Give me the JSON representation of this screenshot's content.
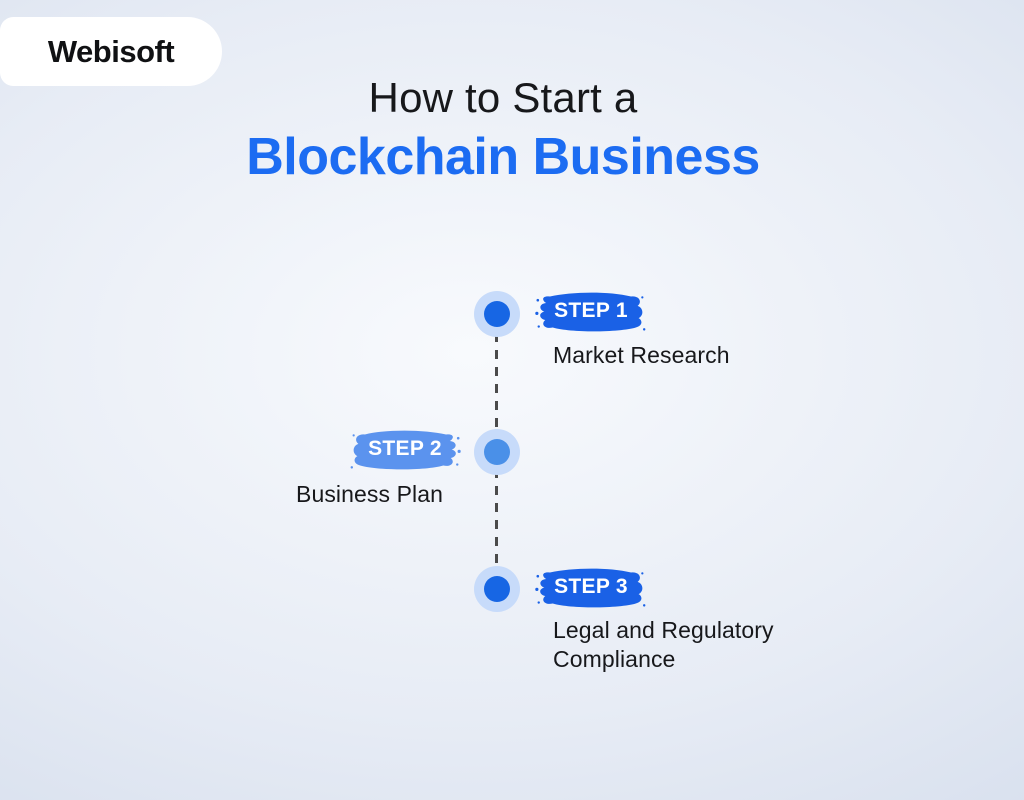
{
  "brand": {
    "logo_text": "Webisoft"
  },
  "title": {
    "line1": "How to Start a",
    "line2": "Blockchain Business"
  },
  "steps": [
    {
      "badge": "STEP 1",
      "label": "Market Research",
      "side": "right"
    },
    {
      "badge": "STEP 2",
      "label": "Business Plan",
      "side": "left"
    },
    {
      "badge": "STEP 3",
      "label": "Legal and Regulatory Compliance",
      "side": "right"
    }
  ],
  "colors": {
    "title_blue": "#1c6cf2",
    "badge_strong_blue": "#1a61e6",
    "badge_light_blue": "#5b93ee",
    "badge_text_color": "#ffffff",
    "node_strong_blue": "#1766e4",
    "node_light_blue": "#4a90e8",
    "node_ring": "#c7dbfa",
    "connector_gray": "#4b4b4b",
    "text_dark": "#17181b",
    "bg_center": "#f8fafd",
    "bg_edge": "#cbd7e9",
    "logo_bg": "#ffffff",
    "logo_text_color": "#101113"
  }
}
